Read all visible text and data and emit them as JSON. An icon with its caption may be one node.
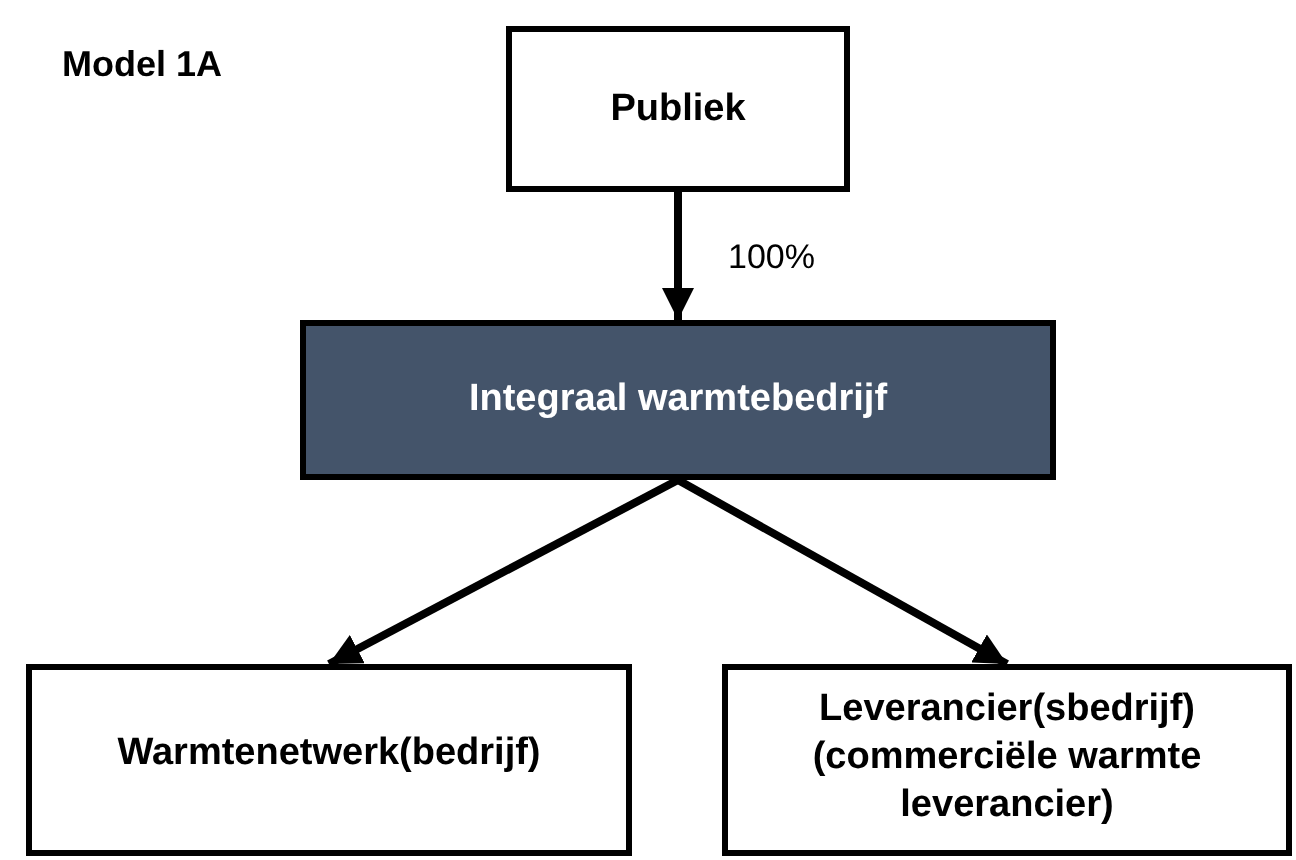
{
  "diagram": {
    "title": "Model 1A",
    "nodes": [
      {
        "text": [
          "Publiek"
        ]
      },
      {
        "text": [
          "Integraal warmtebedrijf"
        ]
      },
      {
        "text": [
          "Warmtenetwerk(bedrijf)"
        ]
      },
      {
        "text": [
          "Leverancier(sbedrijf)",
          "(commerciële warmte leverancier)"
        ]
      }
    ],
    "edges": [
      {
        "from": 0,
        "to": 1,
        "arrow": "to",
        "label": "100%"
      },
      {
        "from": 1,
        "to": 2,
        "arrow": "to"
      },
      {
        "from": 1,
        "to": 3,
        "arrow": "to"
      }
    ]
  }
}
